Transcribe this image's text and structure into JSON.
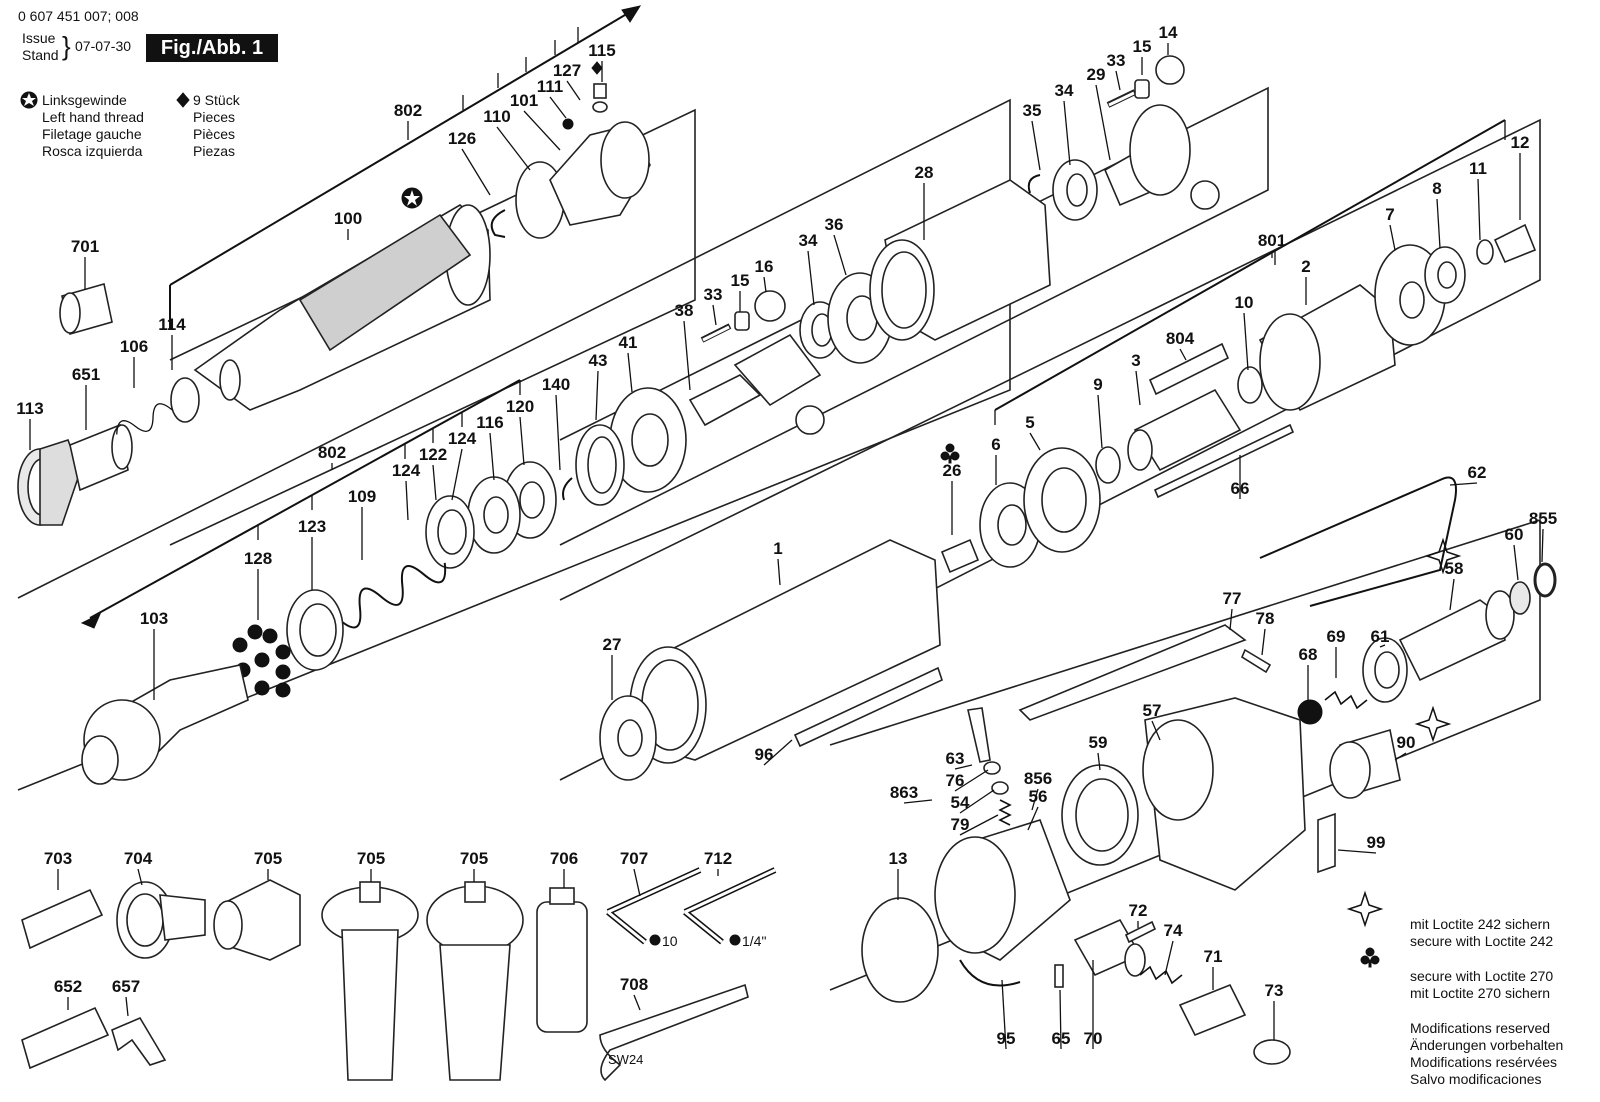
{
  "header": {
    "doc_number": "0 607 451 007; 008",
    "issue_label": "Issue",
    "stand_label": "Stand",
    "date": "07-07-30",
    "figure_label": "Fig./Abb. 1"
  },
  "legend_left": {
    "symbol": "star-in-circle-icon",
    "lines": [
      "Linksgewinde",
      "Left hand thread",
      "Filetage gauche",
      "Rosca izquierda"
    ]
  },
  "legend_right": {
    "symbol": "diamond-icon",
    "lines": [
      "9 Stück",
      "Pieces",
      "Pièces",
      "Piezas"
    ]
  },
  "notes": {
    "loctite_242": [
      "mit Loctite 242 sichern",
      "secure with Loctite 242"
    ],
    "loctite_270": [
      "secure with Loctite 270",
      "mit Loctite 270 sichern"
    ],
    "modifications": [
      "Modifications reserved",
      "Änderungen vorbehalten",
      "Modifications resérvées",
      "Salvo modificaciones"
    ]
  },
  "tool_labels": {
    "hex_10": "10",
    "hex_quarter": "1/4\"",
    "wrench": "SW24"
  },
  "callouts": [
    "115",
    "127",
    "111",
    "101",
    "110",
    "126",
    "802",
    "100",
    "114",
    "701",
    "106",
    "651",
    "113",
    "14",
    "15",
    "33",
    "29",
    "34",
    "35",
    "28",
    "36",
    "34",
    "16",
    "15",
    "33",
    "38",
    "43",
    "41",
    "140",
    "120",
    "116",
    "124",
    "122",
    "124",
    "109",
    "123",
    "802",
    "128",
    "103",
    "12",
    "11",
    "8",
    "7",
    "801",
    "2",
    "10",
    "804",
    "3",
    "9",
    "5",
    "6",
    "26",
    "66",
    "62",
    "1",
    "27",
    "96",
    "77",
    "78",
    "68",
    "69",
    "61",
    "58",
    "60",
    "855",
    "90",
    "57",
    "59",
    "63",
    "76",
    "863",
    "54",
    "79",
    "856",
    "56",
    "13",
    "95",
    "65",
    "70",
    "72",
    "74",
    "71",
    "73",
    "99",
    "703",
    "704",
    "705",
    "705",
    "705",
    "706",
    "707",
    "712",
    "708",
    "652",
    "657"
  ]
}
